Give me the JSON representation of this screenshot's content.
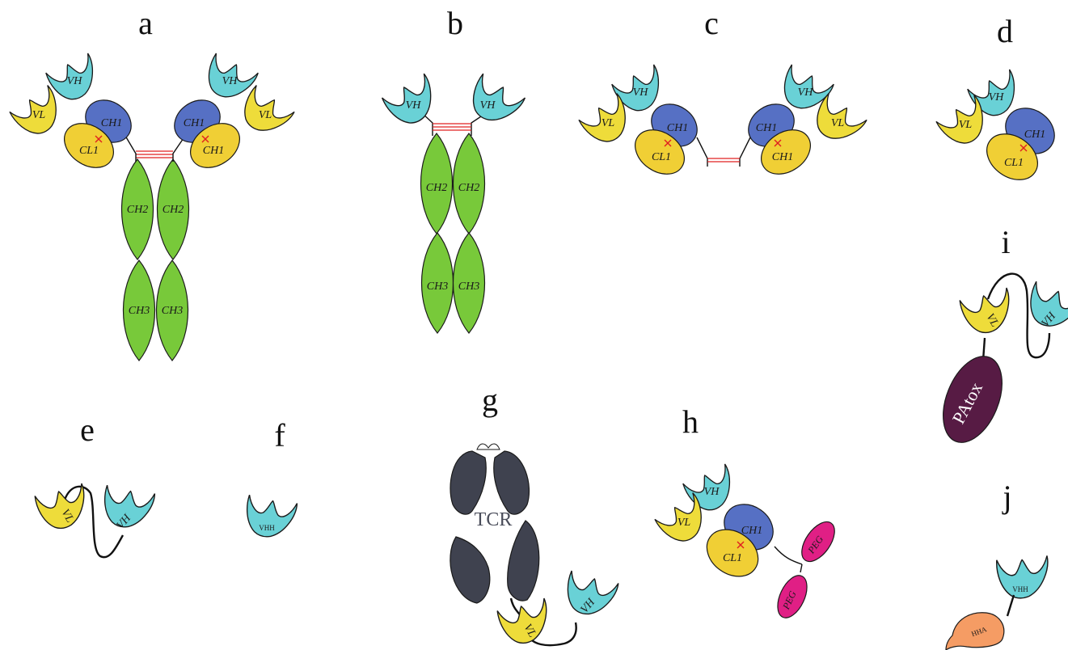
{
  "panels": {
    "a": {
      "letter": "a",
      "vh": "VH",
      "vl": "VL",
      "ch1": "CH1",
      "cl1": "CL1",
      "ch1_light": "CH1",
      "ch2": "CH2",
      "ch3": "CH3"
    },
    "b": {
      "letter": "b",
      "vh": "VH",
      "ch2": "CH2",
      "ch3": "CH3"
    },
    "c": {
      "letter": "c",
      "vh": "VH",
      "vl": "VL",
      "ch1": "CH1",
      "cl1": "CL1",
      "ch1_light": "CH1"
    },
    "d": {
      "letter": "d",
      "vh": "VH",
      "vl": "VL",
      "ch1": "CH1",
      "cl1": "CL1"
    },
    "e": {
      "letter": "e",
      "vl": "VL",
      "vh": "VH"
    },
    "f": {
      "letter": "f",
      "vhh": "VHH"
    },
    "g": {
      "letter": "g",
      "tcr": "TCR",
      "vl": "VL",
      "vh": "VH"
    },
    "h": {
      "letter": "h",
      "vh": "VH",
      "vl": "VL",
      "ch1": "CH1",
      "cl1": "CL1",
      "peg": "PEG"
    },
    "i": {
      "letter": "i",
      "vl": "VL",
      "vh": "VH",
      "toxin": "PAtox"
    },
    "j": {
      "letter": "j",
      "vhh": "VHH",
      "hha": "HHA"
    }
  },
  "colors": {
    "vh": "#69d1d6",
    "vl": "#eedc3a",
    "ch1": "#5670c4",
    "cl1": "#f0cf35",
    "fc": "#78c93a",
    "peg": "#e01f85",
    "toxin": "#571b44",
    "hha": "#f59c64",
    "tcr": "#3f424f",
    "disulfide": "#e02020"
  }
}
